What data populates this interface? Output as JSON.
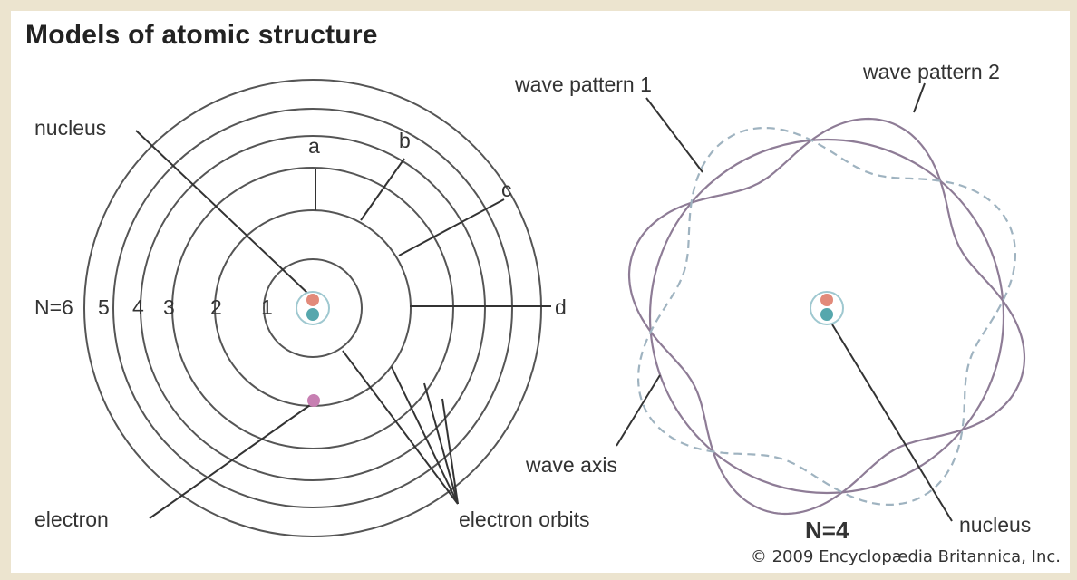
{
  "title": "Models of atomic structure",
  "bohr_model": {
    "labels": {
      "nucleus": "nucleus",
      "electron": "electron",
      "electron_orbits": "electron orbits",
      "a": "a",
      "b": "b",
      "c": "c",
      "d": "d"
    },
    "orbit_numbers": [
      "N=6",
      "5",
      "4",
      "3",
      "2",
      "1"
    ]
  },
  "wave_model": {
    "labels": {
      "wave_pattern_1": "wave pattern 1",
      "wave_pattern_2": "wave pattern 2",
      "wave_axis": "wave axis",
      "nucleus": "nucleus",
      "n_value": "N=4"
    }
  },
  "credit": "© 2009 Encyclopædia Britannica, Inc.",
  "colors": {
    "orbit": "#555555",
    "wave": "#8e7c96",
    "dashed_wave": "#9fb3c0",
    "proton": "#e28a7a",
    "neutron": "#56a7ad",
    "electron": "#c77fb2",
    "frame": "#ece4cf"
  }
}
